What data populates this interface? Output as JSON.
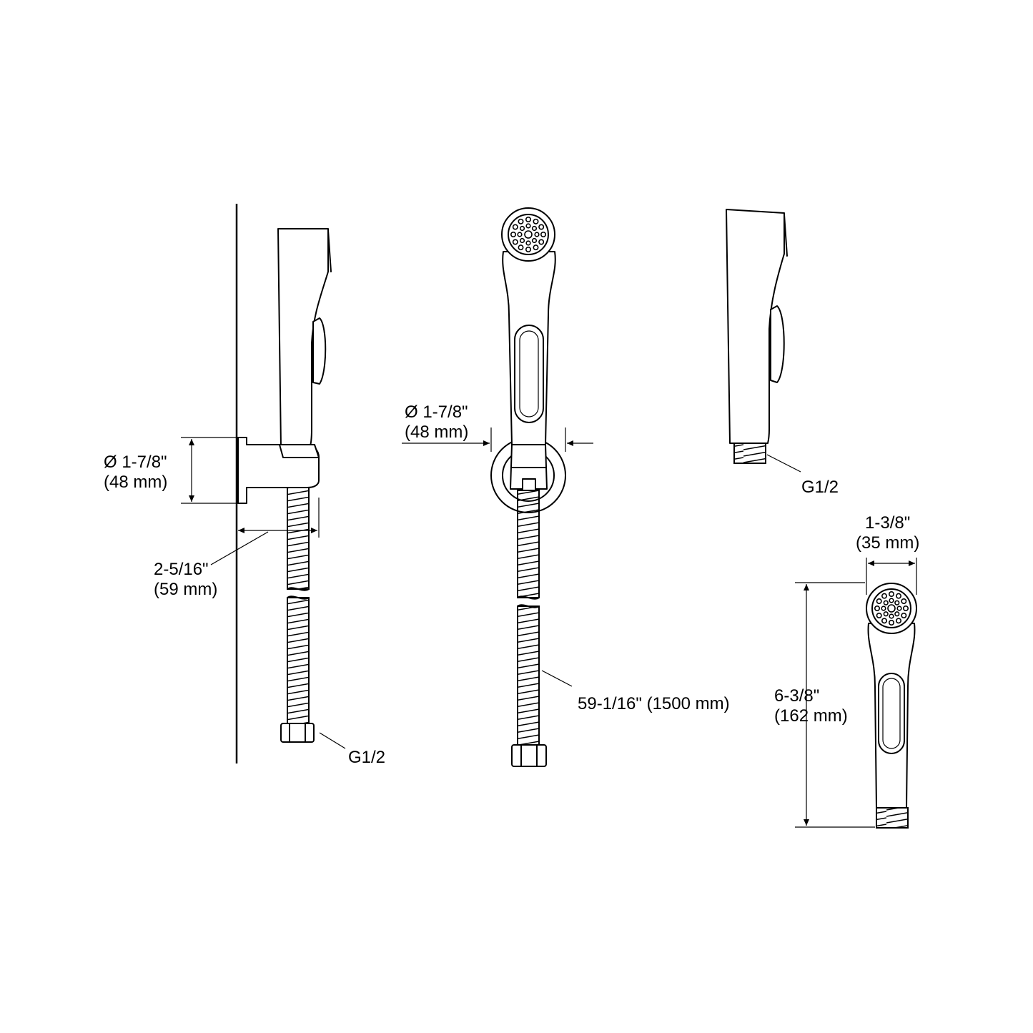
{
  "colors": {
    "line": "#000000",
    "background": "#ffffff"
  },
  "dimensions": {
    "left_bracket_diameter": {
      "imperial": "Ø 1-7/8\"",
      "metric": "(48 mm)"
    },
    "left_wall_projection": {
      "imperial": "2-5/16\"",
      "metric": "(59 mm)"
    },
    "left_connection": "G1/2",
    "front_bracket_diameter": {
      "imperial": "Ø 1-7/8\"",
      "metric": "(48 mm)"
    },
    "hose_length": "59-1/16\" (1500 mm)",
    "spray_connection": "G1/2",
    "spray_head_width": {
      "imperial": "1-3/8\"",
      "metric": "(35 mm)"
    },
    "spray_head_length": {
      "imperial": "6-3/8\"",
      "metric": "(162 mm)"
    }
  }
}
